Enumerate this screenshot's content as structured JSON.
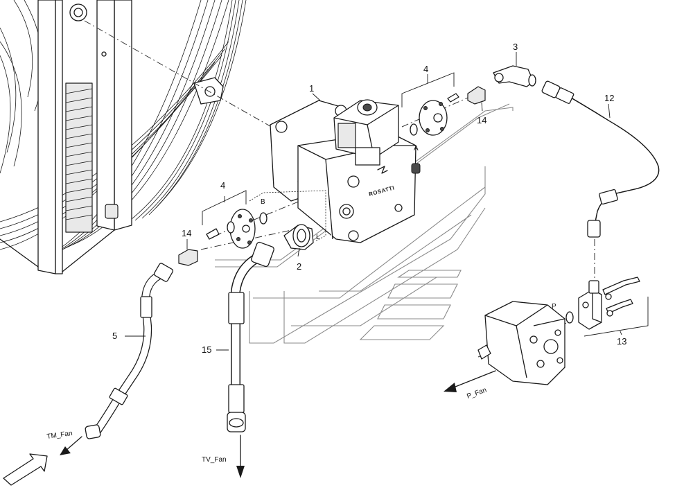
{
  "callouts": {
    "c1": "1",
    "c2": "2",
    "c3": "3",
    "c4_top": "4",
    "c4_left": "4",
    "c5": "5",
    "c12": "12",
    "c13": "13",
    "c14_top": "14",
    "c14_left": "14",
    "c15": "15"
  },
  "port_letters": {
    "a": "A",
    "b": "B",
    "l": "L",
    "p": "P"
  },
  "flow_labels": {
    "tm_fan": "TM_Fan",
    "tv_fan": "TV_Fan",
    "p_fan": "P_Fan"
  },
  "valve_brand": "ROSATTI",
  "icons": [
    "fan-radiator-icon",
    "valve-block-icon",
    "solenoid-coil-icon",
    "hydraulic-hose-icon",
    "gear-pump-icon",
    "flange-icon",
    "elbow-fitting-icon",
    "flow-arrow-icon"
  ]
}
